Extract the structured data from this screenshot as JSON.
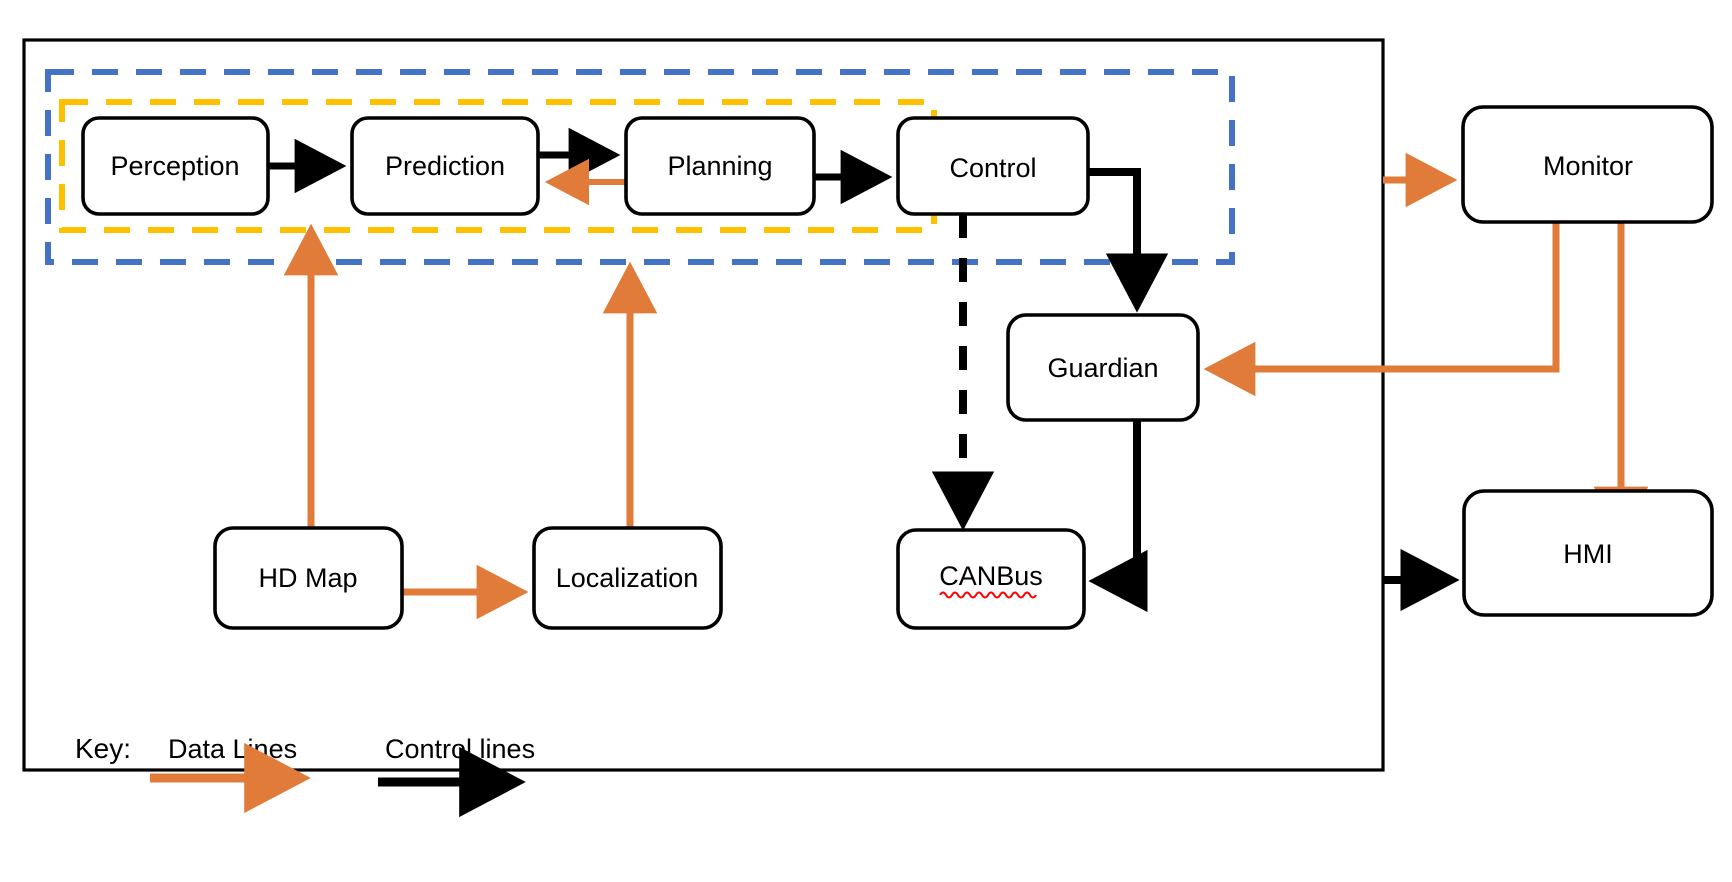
{
  "diagram": {
    "title_visible": false,
    "colors": {
      "data_line": "#E07B39",
      "control_line": "#000000",
      "group_outer_dashed": "#4472C4",
      "group_inner_dashed": "#FFC000",
      "node_border": "#000000",
      "node_fill": "#FFFFFF",
      "spellcheck_underline": "#FF0000",
      "background": "#FFFFFF"
    },
    "nodes": [
      {
        "id": "perception",
        "label": "Perception"
      },
      {
        "id": "prediction",
        "label": "Prediction"
      },
      {
        "id": "planning",
        "label": "Planning"
      },
      {
        "id": "control",
        "label": "Control"
      },
      {
        "id": "monitor",
        "label": "Monitor"
      },
      {
        "id": "guardian",
        "label": "Guardian"
      },
      {
        "id": "hmi",
        "label": "HMI"
      },
      {
        "id": "hd_map",
        "label": "HD Map"
      },
      {
        "id": "localization",
        "label": "Localization"
      },
      {
        "id": "canbus",
        "label": "CANBus",
        "misspelled": true
      }
    ],
    "edges": [
      {
        "from": "perception",
        "to": "prediction",
        "type": "control"
      },
      {
        "from": "prediction",
        "to": "planning",
        "type": "control"
      },
      {
        "from": "planning",
        "to": "prediction",
        "type": "data"
      },
      {
        "from": "planning",
        "to": "control",
        "type": "control"
      },
      {
        "from": "control",
        "to": "canbus",
        "type": "control",
        "style": "dashed"
      },
      {
        "from": "control",
        "to": "guardian",
        "type": "control"
      },
      {
        "from": "guardian",
        "to": "canbus",
        "type": "control"
      },
      {
        "from": "hd_map",
        "to": "perception",
        "type": "data"
      },
      {
        "from": "hd_map",
        "to": "localization",
        "type": "data"
      },
      {
        "from": "localization",
        "to": "planning",
        "type": "data"
      },
      {
        "from": "vehicle",
        "to": "monitor",
        "type": "data"
      },
      {
        "from": "monitor",
        "to": "guardian",
        "type": "data"
      },
      {
        "from": "monitor",
        "to": "hmi",
        "type": "data"
      },
      {
        "from": "vehicle",
        "to": "hmi",
        "type": "control"
      }
    ],
    "groups": [
      {
        "id": "outer-dashed-group",
        "color": "#4472C4"
      },
      {
        "id": "inner-dashed-group",
        "color": "#FFC000"
      }
    ]
  },
  "legend": {
    "key_label": "Key:",
    "items": [
      {
        "label": "Data Lines",
        "color": "#E07B39"
      },
      {
        "label": "Control lines",
        "color": "#000000"
      }
    ]
  }
}
